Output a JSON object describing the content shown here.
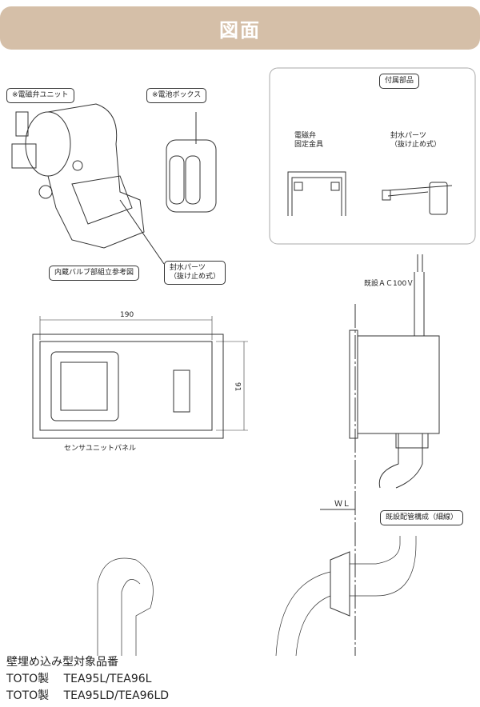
{
  "header": {
    "title": "図面"
  },
  "labels": {
    "solenoid_unit": "※電磁弁ユニット",
    "battery_box": "※電池ボックス",
    "accessories": "付属部品",
    "solenoid_bracket": [
      "電磁弁",
      "固定金具"
    ],
    "seal_parts_acc": [
      "封水パーツ",
      "（抜け止め式）"
    ],
    "valve_ref": "内蔵バルブ部組立参考図",
    "seal_parts": [
      "封水パーツ",
      "（抜け止め式）"
    ],
    "existing_ac": "既設ＡＣ100Ｖ",
    "width_dim": "190",
    "height_dim": "91",
    "sensor_panel": "センサユニットパネル",
    "wl": "ＷＬ",
    "existing_piping": "既設配管構成（細線）"
  },
  "footer": {
    "title": "壁埋め込み型対象品番",
    "lines": [
      "TOTO製　 TEA95L/TEA96L",
      "TOTO製　 TEA95LD/TEA96LD"
    ]
  }
}
